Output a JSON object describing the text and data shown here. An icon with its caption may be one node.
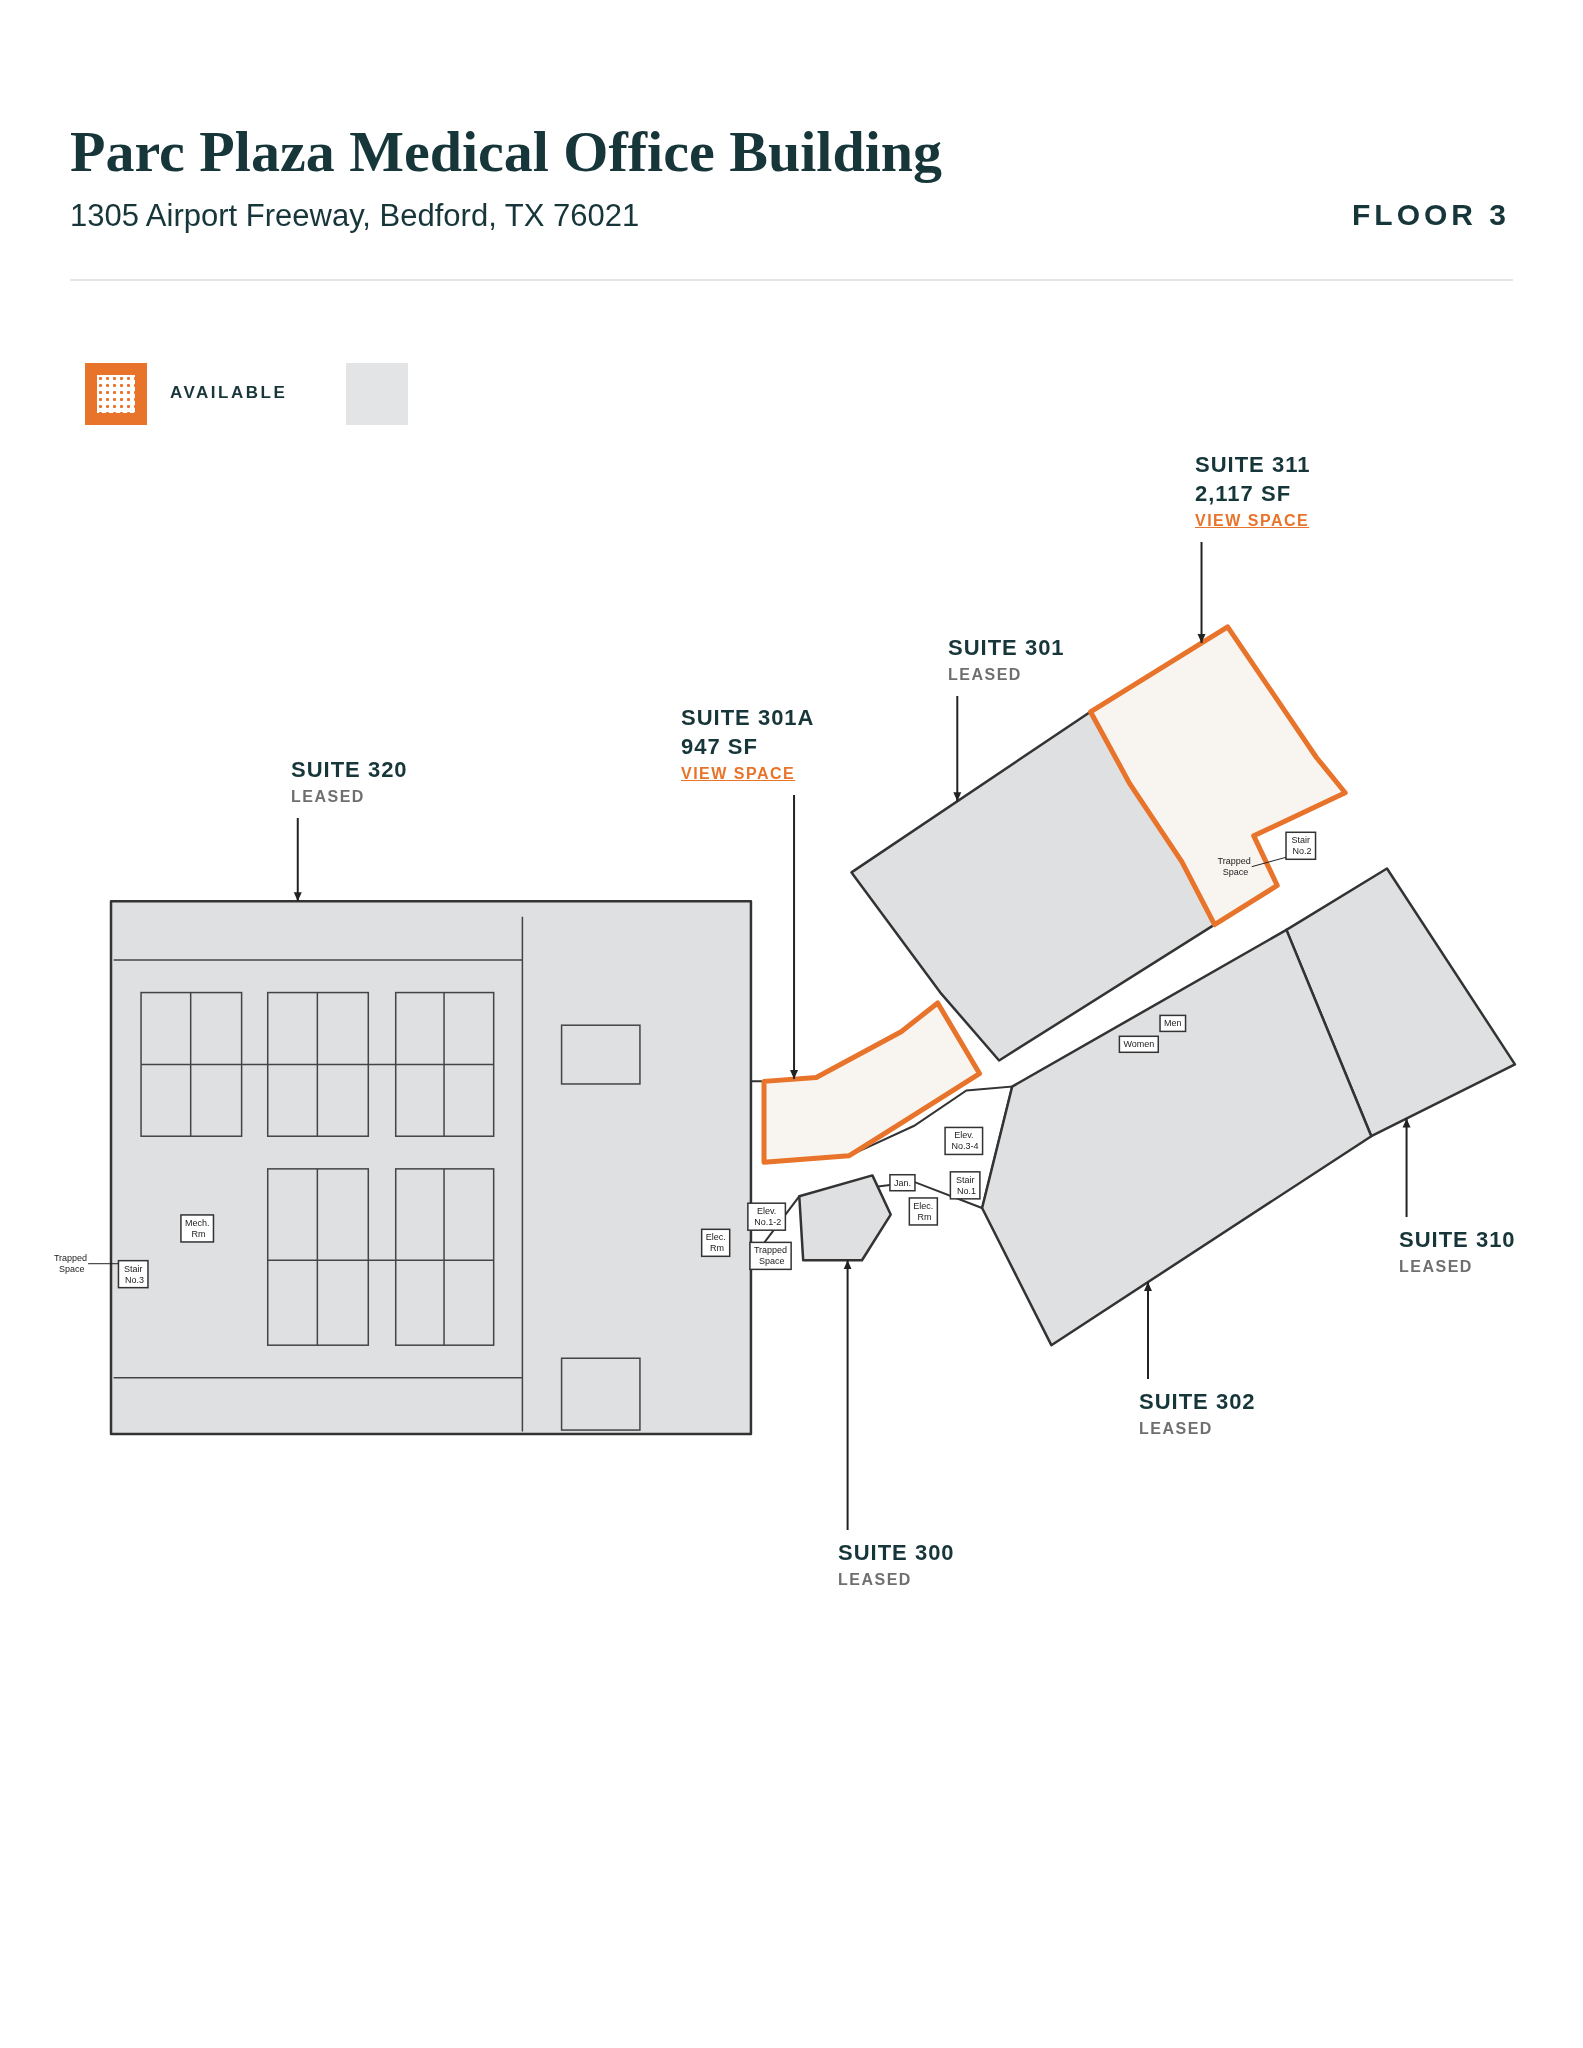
{
  "diagram": {
    "title": "Parc Plaza Medical Office Building",
    "nodes": [
      {
        "text": [
          "SUITE 320",
          "LEASED"
        ]
      },
      {
        "text": [
          "SUITE 301A",
          "947 SF",
          "VIEW SPACE"
        ]
      },
      {
        "text": [
          "SUITE 301",
          "LEASED"
        ]
      },
      {
        "text": [
          "SUITE 311",
          "2,117 SF",
          "VIEW SPACE"
        ]
      },
      {
        "text": [
          "SUITE 310",
          "LEASED"
        ]
      },
      {
        "text": [
          "SUITE 302",
          "LEASED"
        ]
      },
      {
        "text": [
          "SUITE 300",
          "LEASED"
        ]
      },
      {
        "text": [],
        "shape": "box"
      },
      {
        "text": [],
        "shape": "box"
      },
      {
        "text": [],
        "shape": "box"
      },
      {
        "text": [],
        "shape": "box"
      },
      {
        "text": [],
        "shape": "box"
      },
      {
        "text": [],
        "shape": "box"
      },
      {
        "text": [],
        "shape": "box"
      },
      {
        "text": [
          "Mech. Rm"
        ],
        "in": 7
      },
      {
        "text": [
          "Stair No.3"
        ],
        "in": 7
      },
      {
        "text": [
          "Trapped Space"
        ]
      },
      {
        "text": [
          "Elec. Rm"
        ],
        "in": 7
      },
      {
        "text": [
          "Elev. No.1-2"
        ]
      },
      {
        "text": [
          "Trapped Space"
        ]
      },
      {
        "text": [
          "Jan."
        ]
      },
      {
        "text": [
          "Elec. Rm"
        ]
      },
      {
        "text": [
          "Stair No.1"
        ]
      },
      {
        "text": [
          "Elev. No.3-4"
        ]
      },
      {
        "text": [
          "Trapped Space"
        ],
        "in": 10
      },
      {
        "text": [
          "Stair No.2"
        ]
      },
      {
        "text": [
          "Women"
        ],
        "in": 12
      },
      {
        "text": [
          "Men"
        ],
        "in": 12
      }
    ],
    "edges": [
      {
        "from": 0,
        "to": 7,
        "arrow": "to"
      },
      {
        "from": 1,
        "to": 8,
        "arrow": "to"
      },
      {
        "from": 2,
        "to": 9,
        "arrow": "to"
      },
      {
        "from": 3,
        "to": 10,
        "arrow": "to"
      },
      {
        "from": 4,
        "to": 11,
        "arrow": "to"
      },
      {
        "from": 5,
        "to": 12,
        "arrow": "to"
      },
      {
        "from": 6,
        "to": 13,
        "arrow": "to"
      },
      {
        "from": 16,
        "to": 15,
        "arrow": "none"
      },
      {
        "from": 24,
        "to": 25,
        "arrow": "none"
      }
    ],
    "labels": [
      "1305 Airport Freeway, Bedford, TX 76021",
      "FLOOR 3"
    ],
    "legend": [
      {
        "text": "AVAILABLE",
        "color": "#e8732a"
      }
    ]
  }
}
